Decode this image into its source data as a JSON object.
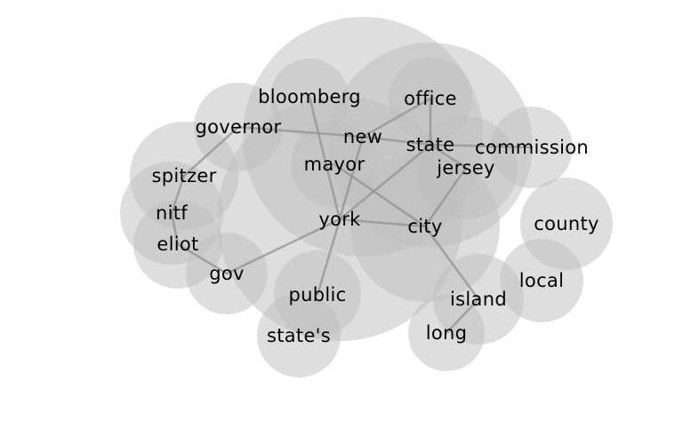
{
  "nodes": [
    {
      "id": "york",
      "label": "york"
    },
    {
      "id": "state",
      "label": "state"
    },
    {
      "id": "city",
      "label": "city"
    },
    {
      "id": "new",
      "label": "new"
    },
    {
      "id": "mayor",
      "label": "mayor"
    },
    {
      "id": "bloomberg",
      "label": "bloomberg"
    },
    {
      "id": "office",
      "label": "office"
    },
    {
      "id": "governor",
      "label": "governor"
    },
    {
      "id": "commission",
      "label": "commission"
    },
    {
      "id": "jersey",
      "label": "jersey"
    },
    {
      "id": "spitzer",
      "label": "spitzer"
    },
    {
      "id": "nitf",
      "label": "nitf"
    },
    {
      "id": "eliot",
      "label": "eliot"
    },
    {
      "id": "gov",
      "label": "gov"
    },
    {
      "id": "public",
      "label": "public"
    },
    {
      "id": "states",
      "label": "state's"
    },
    {
      "id": "county",
      "label": "county"
    },
    {
      "id": "local",
      "label": "local"
    },
    {
      "id": "island",
      "label": "island"
    },
    {
      "id": "long",
      "label": "long"
    }
  ],
  "edges": [
    [
      "york",
      "new"
    ],
    [
      "york",
      "city"
    ],
    [
      "york",
      "gov"
    ],
    [
      "york",
      "public"
    ],
    [
      "york",
      "bloomberg"
    ],
    [
      "york",
      "state"
    ],
    [
      "new",
      "governor"
    ],
    [
      "new",
      "state"
    ],
    [
      "new",
      "office"
    ],
    [
      "state",
      "office"
    ],
    [
      "state",
      "commission"
    ],
    [
      "state",
      "jersey"
    ],
    [
      "mayor",
      "city"
    ],
    [
      "city",
      "jersey"
    ],
    [
      "city",
      "island"
    ],
    [
      "island",
      "long"
    ],
    [
      "governor",
      "spitzer"
    ],
    [
      "spitzer",
      "nitf"
    ],
    [
      "nitf",
      "eliot"
    ],
    [
      "eliot",
      "gov"
    ]
  ]
}
